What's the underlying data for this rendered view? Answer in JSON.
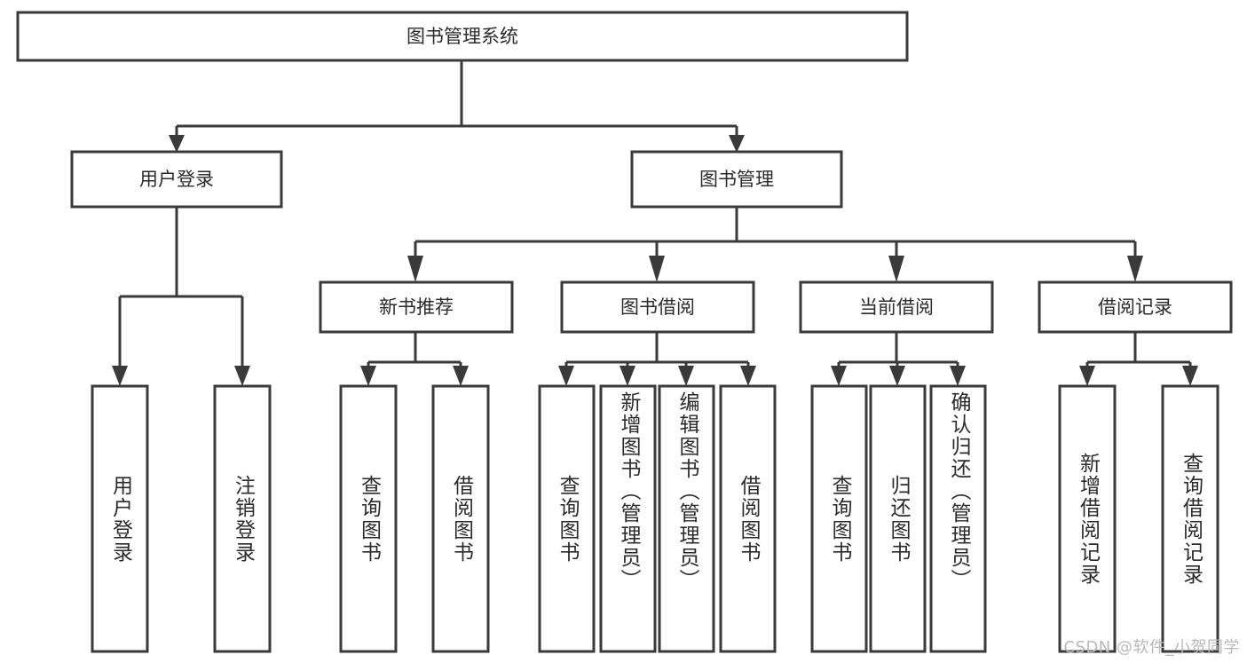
{
  "diagram": {
    "type": "tree-hierarchy-chart",
    "orientation": "top-down",
    "style": {
      "box_fill": "#ffffff",
      "box_stroke": "#3a3a3a",
      "line_color": "#3a3a3a",
      "text_color": "#2b2b2b",
      "background": "#ffffff",
      "watermark_color": "#b9b9b9"
    },
    "root": {
      "label": "图书管理系统"
    },
    "level2": [
      {
        "label": "用户登录"
      },
      {
        "label": "图书管理"
      }
    ],
    "level3": [
      {
        "label": "新书推荐"
      },
      {
        "label": "图书借阅"
      },
      {
        "label": "当前借阅"
      },
      {
        "label": "借阅记录"
      }
    ],
    "leaves": {
      "user_login": [
        {
          "label": "用户登录"
        },
        {
          "label": "注销登录"
        }
      ],
      "new_book_recommend": [
        {
          "label": "查询图书"
        },
        {
          "label": "借阅图书"
        }
      ],
      "book_borrow": [
        {
          "label": "查询图书"
        },
        {
          "label": "新增图书（管理员）"
        },
        {
          "label": "编辑图书（管理员）"
        },
        {
          "label": "借阅图书"
        }
      ],
      "current_borrow": [
        {
          "label": "查询图书"
        },
        {
          "label": "归还图书"
        },
        {
          "label": "确认归还（管理员）"
        }
      ],
      "borrow_records": [
        {
          "label": "新增借阅记录"
        },
        {
          "label": "查询借阅记录"
        }
      ]
    },
    "watermark": "CSDN @软件_小贺同学"
  }
}
